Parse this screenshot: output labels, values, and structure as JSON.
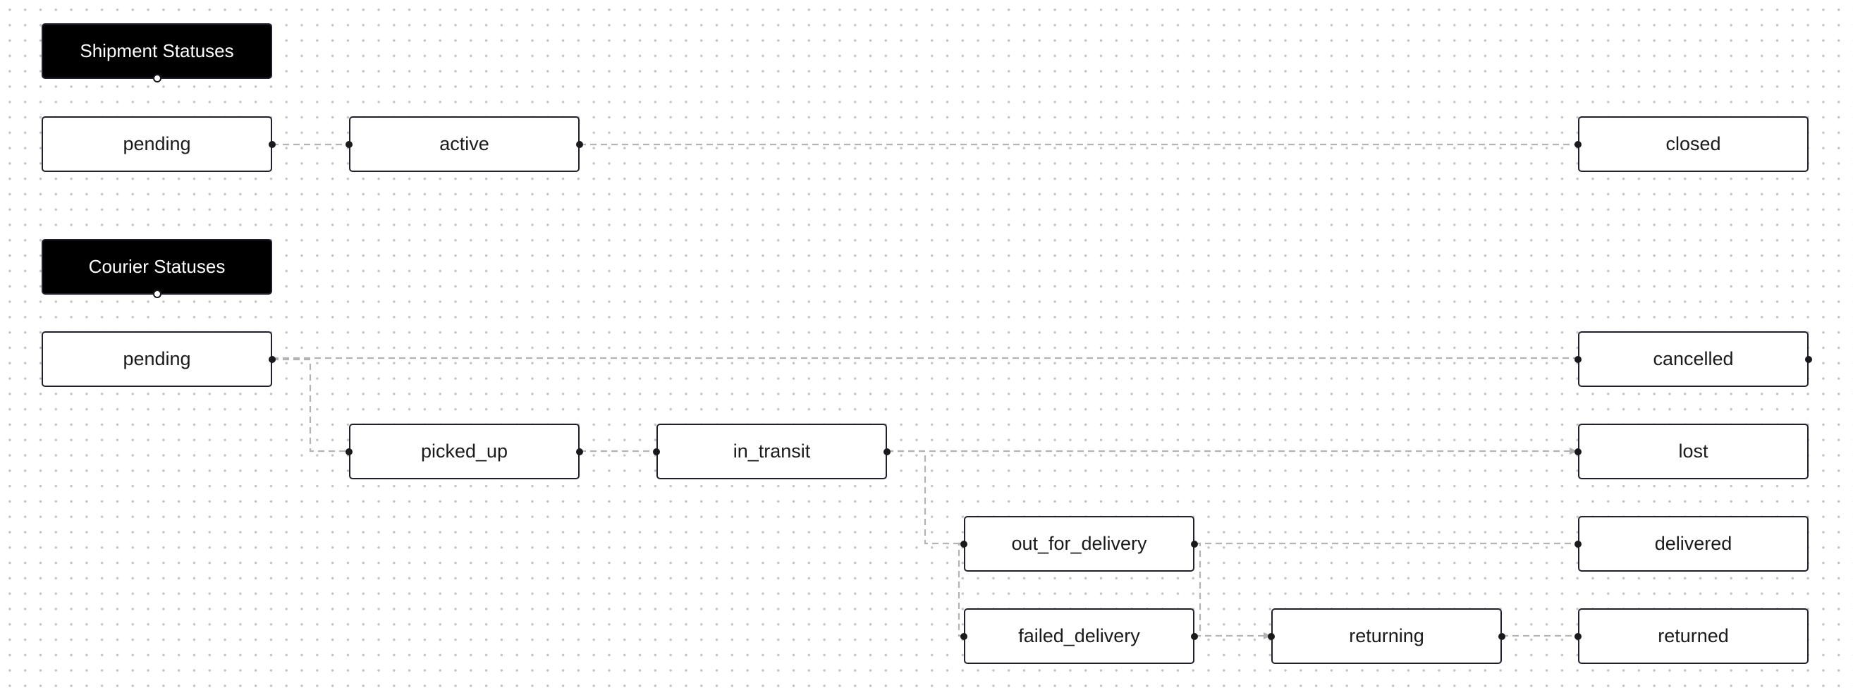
{
  "groups": [
    {
      "title": "Shipment Statuses",
      "statuses": [
        "pending",
        "active",
        "closed"
      ]
    },
    {
      "title": "Courier Statuses",
      "statuses": [
        "pending",
        "picked_up",
        "in_transit",
        "out_for_delivery",
        "failed_delivery",
        "returning",
        "cancelled",
        "lost",
        "delivered",
        "returned"
      ]
    }
  ],
  "transitions": [
    {
      "group": "Shipment Statuses",
      "from": "pending",
      "to": "active"
    },
    {
      "group": "Shipment Statuses",
      "from": "active",
      "to": "closed"
    },
    {
      "group": "Courier Statuses",
      "from": "pending",
      "to": "picked_up"
    },
    {
      "group": "Courier Statuses",
      "from": "pending",
      "to": "cancelled"
    },
    {
      "group": "Courier Statuses",
      "from": "picked_up",
      "to": "in_transit"
    },
    {
      "group": "Courier Statuses",
      "from": "in_transit",
      "to": "lost"
    },
    {
      "group": "Courier Statuses",
      "from": "in_transit",
      "to": "out_for_delivery"
    },
    {
      "group": "Courier Statuses",
      "from": "out_for_delivery",
      "to": "delivered"
    },
    {
      "group": "Courier Statuses",
      "from": "out_for_delivery",
      "to": "failed_delivery"
    },
    {
      "group": "Courier Statuses",
      "from": "failed_delivery",
      "to": "out_for_delivery"
    },
    {
      "group": "Courier Statuses",
      "from": "failed_delivery",
      "to": "returning"
    },
    {
      "group": "Courier Statuses",
      "from": "returning",
      "to": "returned"
    }
  ],
  "colors": {
    "header_bg": "#000000",
    "node_border": "#1f1f2e",
    "edge": "#b3b3b3",
    "grid_dot": "#c2c2c2"
  }
}
